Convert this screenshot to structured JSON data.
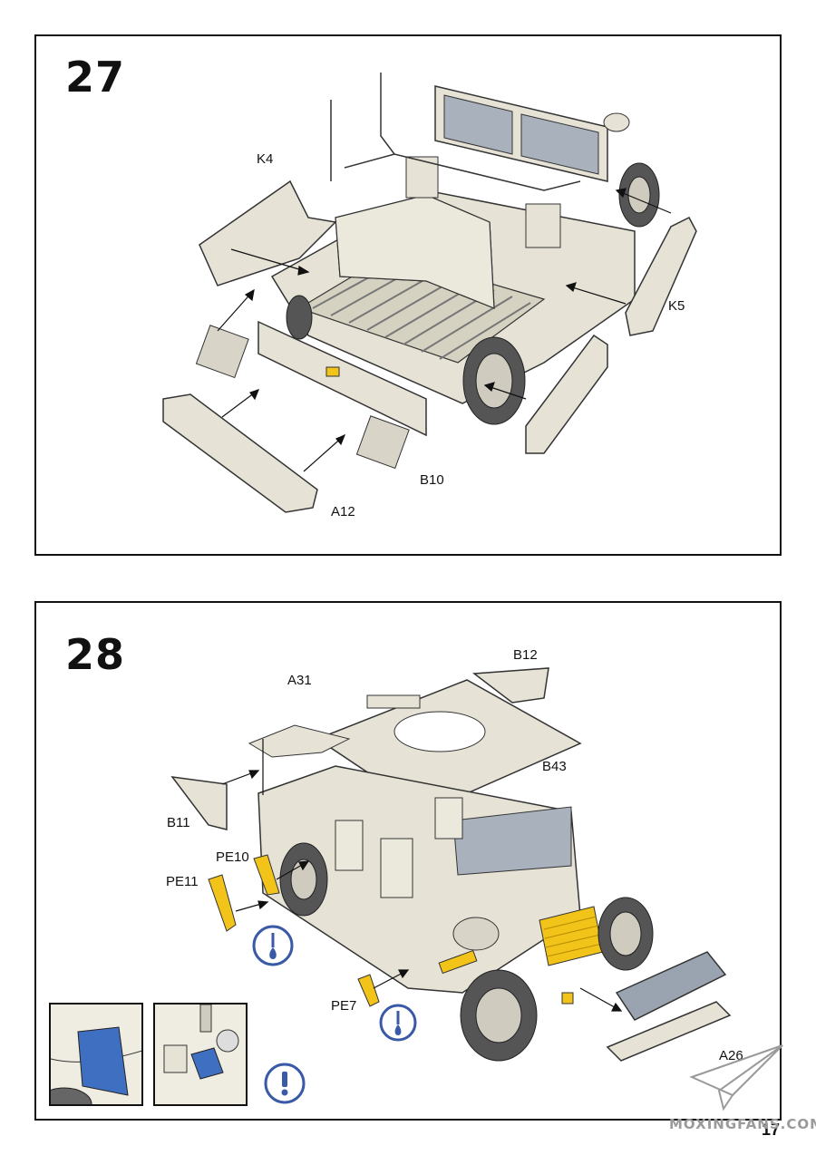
{
  "steps": [
    {
      "number": "27",
      "labels": {
        "k4": "K4",
        "k5": "K5",
        "b10": "B10",
        "a12": "A12"
      }
    },
    {
      "number": "28",
      "labels": {
        "a31": "A31",
        "b12": "B12",
        "b43": "B43",
        "b11": "B11",
        "pe10": "PE10",
        "pe11": "PE11",
        "pe7": "PE7",
        "a26": "A26"
      }
    }
  ],
  "icons": {
    "glue_drop": "glue-drop-icon",
    "attention": "exclamation-icon",
    "paper_plane": "paper-plane-logo-icon"
  },
  "colors": {
    "part_gray": "#e6e3d6",
    "part_shadow": "#bdb9a8",
    "pe_yellow": "#f2c318",
    "highlight_blue": "#3f6fc0",
    "icon_blue": "#3a5aa8"
  },
  "footer": {
    "page_number": "17",
    "watermark": "MOXINGFANS.COM"
  }
}
